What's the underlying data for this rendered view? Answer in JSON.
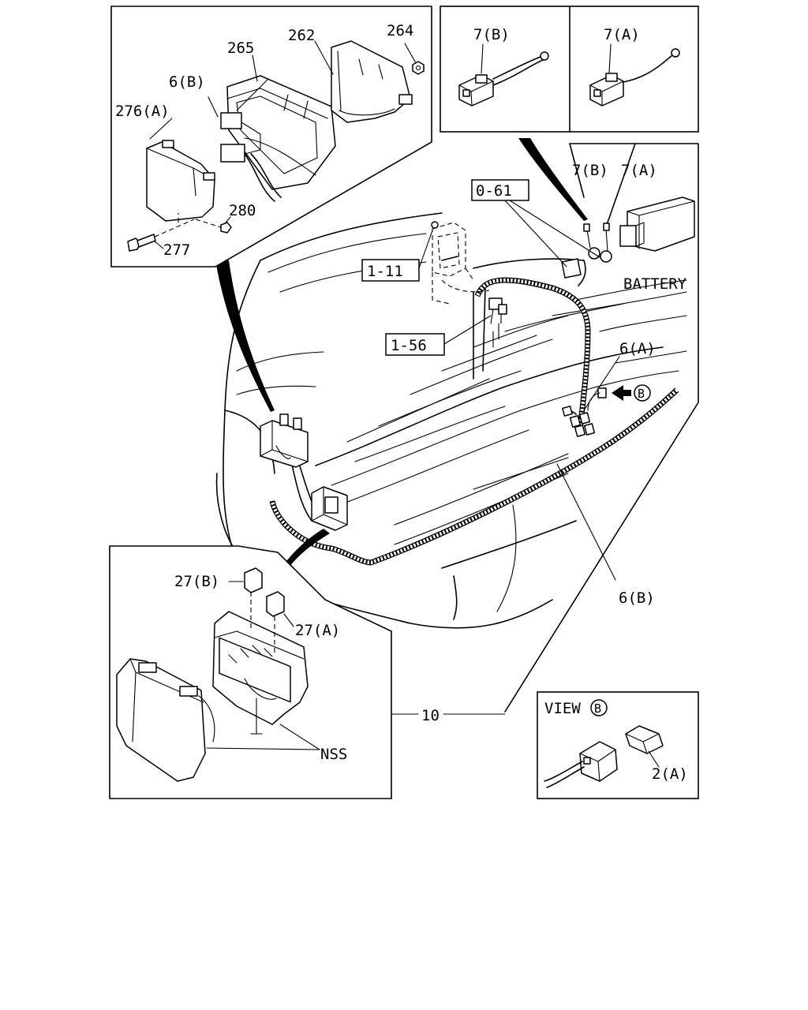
{
  "labels": {
    "p262": "262",
    "p264": "264",
    "p265": "265",
    "p6b_top": "6(B)",
    "p276a": "276(A)",
    "p280": "280",
    "p277": "277",
    "p7b_box": "7(B)",
    "p7a_box": "7(A)",
    "p7b": "7(B)",
    "p7a": "7(A)",
    "ref061": "0-61",
    "ref111": "1-11",
    "ref156": "1-56",
    "battery": "BATTERY",
    "p6a": "6(A)",
    "viewb_marker": "B",
    "p6b": "6(B)",
    "p27b": "27(B)",
    "p27a": "27(A)",
    "p10": "10",
    "nss": "NSS",
    "view_word": "VIEW",
    "view_letter": "B",
    "p2a": "2(A)"
  }
}
